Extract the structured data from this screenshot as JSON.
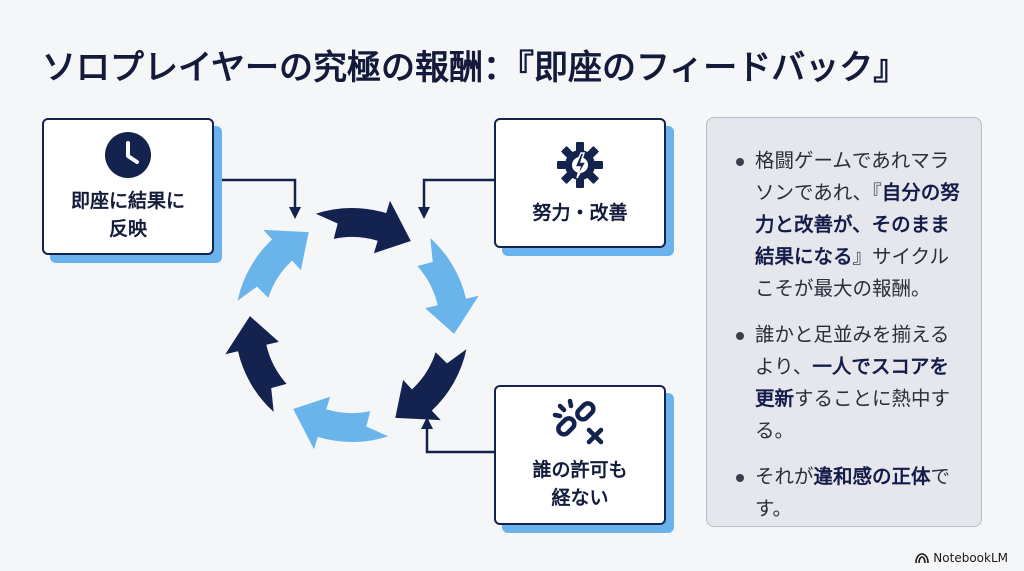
{
  "title": "ソロプレイヤーの究極の報酬：『即座のフィードバック』",
  "cards": {
    "immediate": {
      "label_line1": "即座に結果に",
      "label_line2": "反映",
      "icon": "clock-icon"
    },
    "effort": {
      "label": "努力・改善",
      "icon": "gear-lightning-icon"
    },
    "permission": {
      "label_line1": "誰の許可も",
      "label_line2": "経ない",
      "icon": "broken-link-icon"
    }
  },
  "cycle": {
    "segments": [
      "dark",
      "light",
      "dark",
      "light",
      "dark",
      "light"
    ],
    "colors": {
      "dark": "#13224e",
      "light": "#6ab4ec"
    }
  },
  "panel": {
    "bullets": [
      {
        "p1": "格闘ゲームであれマラソンであれ、『",
        "b1": "自分の努力と改善が、そのまま結果になる",
        "p2": "』サイクルこそが最大の報酬。"
      },
      {
        "p1": "誰かと足並みを揃えるより、",
        "b1": "一人でスコアを更新",
        "p2": "することに熱中する。"
      },
      {
        "p1": "それが",
        "b1": "違和感の正体",
        "p2": "です。"
      }
    ]
  },
  "footer": {
    "brand": "NotebookLM",
    "icon": "notebooklm-logo-icon"
  }
}
